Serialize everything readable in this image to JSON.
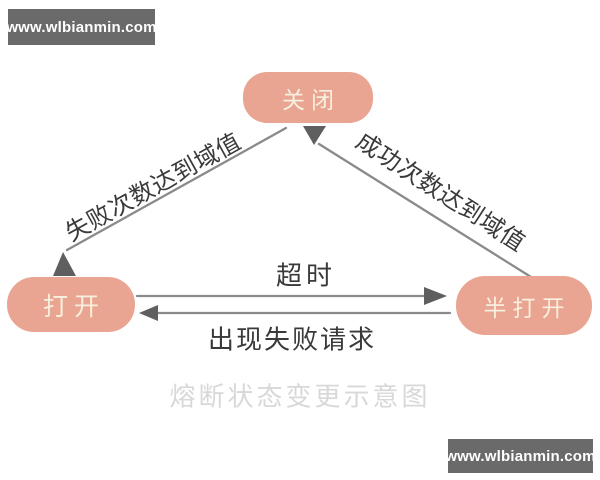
{
  "watermarks": {
    "top_text": "www.wlbianmin.com",
    "bottom_text": "www.wlbianmin.com",
    "background": "#6a6a6a",
    "text_color": "#ffffff"
  },
  "diagram": {
    "caption": "熔断状态变更示意图",
    "colors": {
      "node_fill": "#e9a591",
      "node_text": "#f8f0de",
      "edge_line": "#8a8a8a",
      "arrowhead": "#5f5f5f",
      "edge_label_text": "#3a3a3a",
      "caption_text": "#d8d8d8",
      "background": "#ffffff"
    },
    "nodes": [
      {
        "id": "closed",
        "label": "关闭"
      },
      {
        "id": "open",
        "label": "打开"
      },
      {
        "id": "half-open",
        "label": "半打开"
      }
    ],
    "edges": [
      {
        "from": "closed",
        "to": "open",
        "label": "失败次数达到域值"
      },
      {
        "from": "half-open",
        "to": "closed",
        "label": "成功次数达到域值"
      },
      {
        "from": "open",
        "to": "half-open",
        "label": "超时"
      },
      {
        "from": "half-open",
        "to": "open",
        "label": "出现失败请求"
      }
    ]
  }
}
